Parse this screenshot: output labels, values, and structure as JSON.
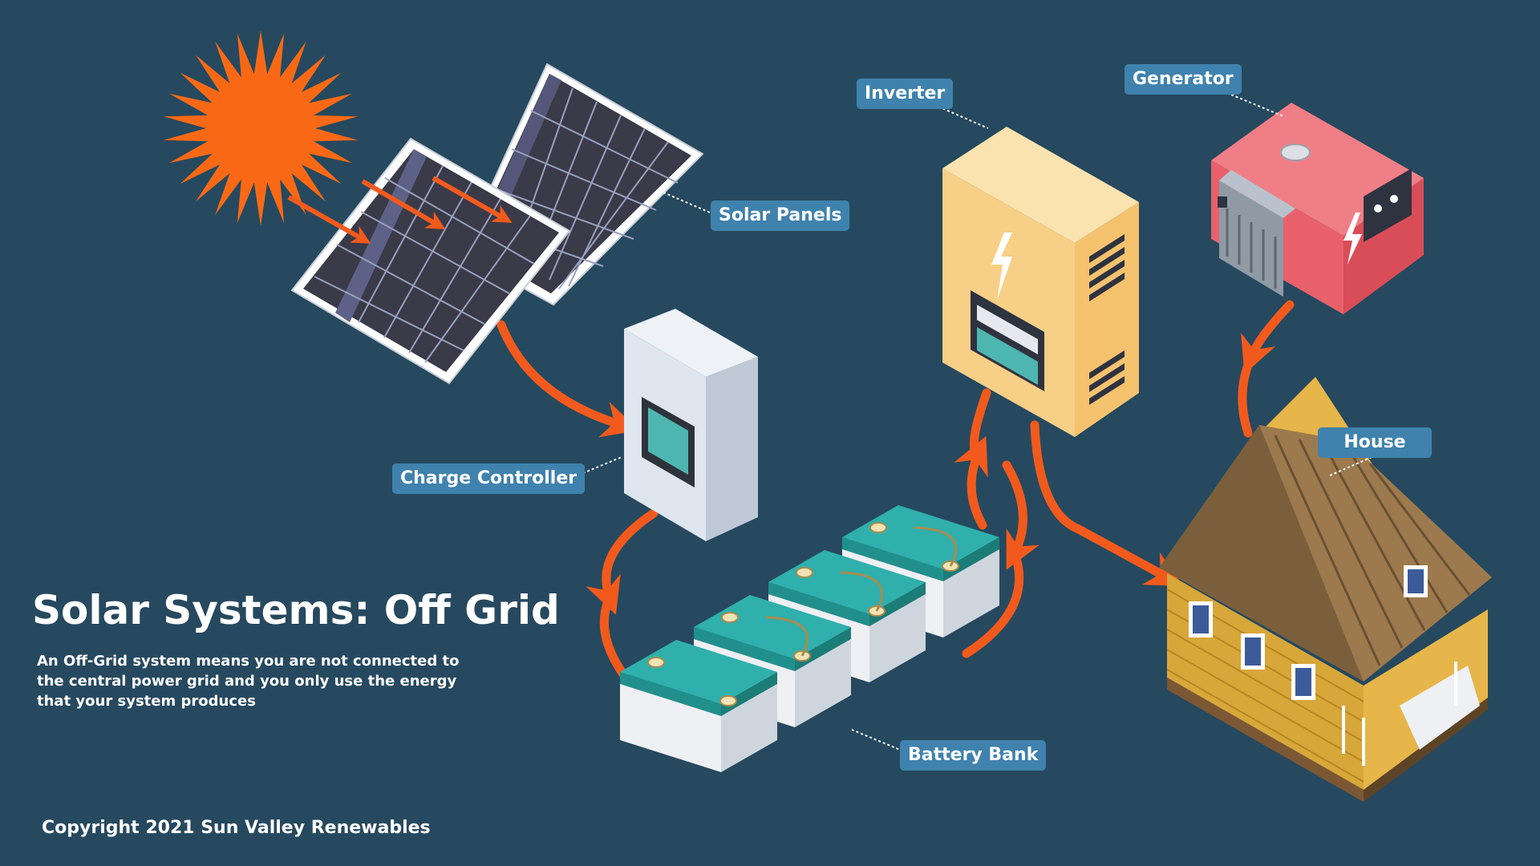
{
  "diagram": {
    "title": "Solar Systems: Off Grid",
    "description": "An Off-Grid system means you are not connected to the central power grid and you only use the energy that your system produces",
    "copyright": "Copyright 2021 Sun Valley Renewables",
    "labels": {
      "solar_panels": "Solar Panels",
      "charge_controller": "Charge Controller",
      "inverter": "Inverter",
      "generator": "Generator",
      "house": "House",
      "battery_bank": "Battery Bank"
    },
    "colors": {
      "background": "#26495f",
      "label_fill": "#3f82ad",
      "flow_arrow": "#f25a1d",
      "sun": "#f96915",
      "inverter_body": "#f8cf86",
      "generator_body": "#e8616a",
      "battery_top": "#2fb0ac"
    }
  }
}
